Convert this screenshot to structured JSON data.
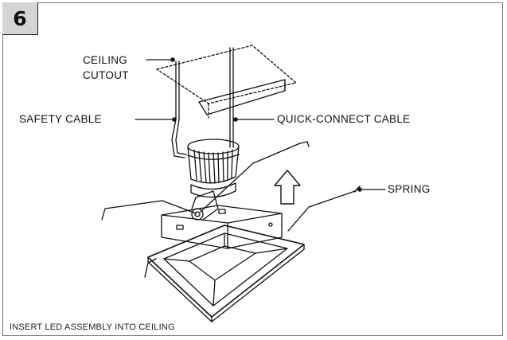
{
  "step_number": "6",
  "labels": {
    "ceiling_line1": "CEILING",
    "ceiling_line2": "CUTOUT",
    "safety_cable": "SAFETY CABLE",
    "quick_connect_cable": "QUICK-CONNECT CABLE",
    "spring": "SPRING"
  },
  "caption": "INSERT LED ASSEMBLY INTO CEILING",
  "icons": {
    "arrow": "up-arrow-icon"
  },
  "colors": {
    "line": "#111111",
    "step_box_fill": "#d4d4d4",
    "frame": "#777777"
  }
}
